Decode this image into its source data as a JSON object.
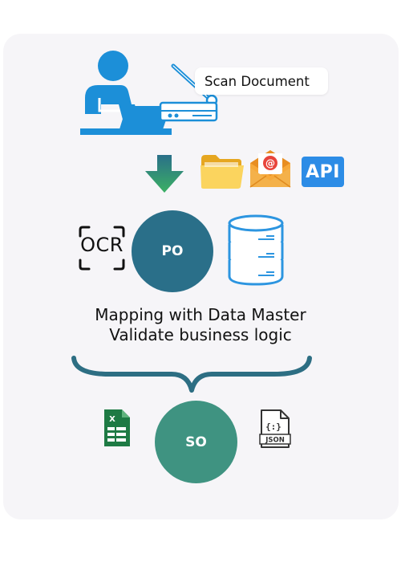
{
  "scan_label": "Scan Document",
  "sources": {
    "api_label": "API"
  },
  "ocr_label": "OCR",
  "po_label": "PO",
  "mapping": {
    "line1": "Mapping with Data Master",
    "line2": "Validate business logic"
  },
  "so_label": "SO",
  "colors": {
    "user_blue": "#1c8fd8",
    "arrow_green": "#3aa65f",
    "arrow_blue": "#2a6f89",
    "po_circle": "#2a6f89",
    "so_circle": "#3f9381",
    "brace": "#2d6e83",
    "excel_green": "#1e7a44",
    "database_blue": "#2c95e0",
    "folder_yellow": "#f7c64a",
    "mail_orange": "#f29a2e"
  },
  "icons": [
    "user-at-laptop-icon",
    "scanner-icon",
    "down-arrow-icon",
    "folder-icon",
    "email-icon",
    "api-icon",
    "ocr-scan-icon",
    "database-icon",
    "curly-brace-icon",
    "excel-file-icon",
    "json-file-icon"
  ]
}
